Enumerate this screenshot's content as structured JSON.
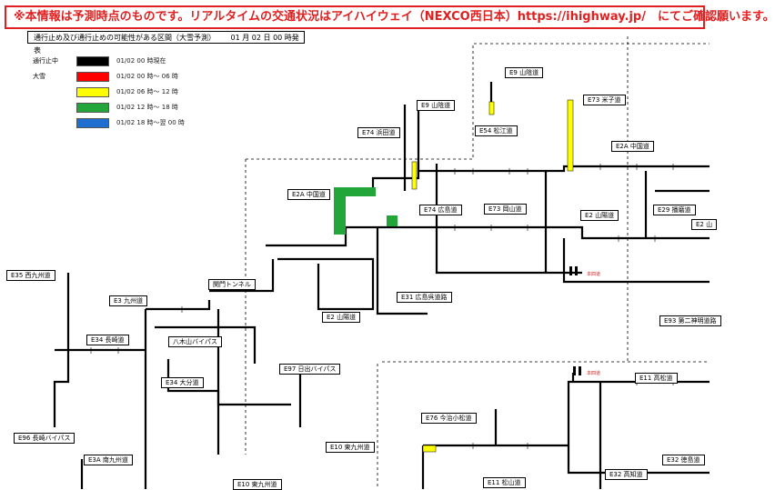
{
  "banner": {
    "text": "※本情報は予測時点のものです。リアルタイムの交通状況はアイハイウェイ（NEXCO西日本）https://ihighway.jp/　にてご確認願います。"
  },
  "header": {
    "title": "通行止め及び通行止めの可能性がある区間（大雪予測）",
    "timestamp": "01 月 02 日 00 時発表"
  },
  "legend": {
    "label_closed": "通行止中",
    "label_snow": "大雪",
    "items": [
      {
        "color": "#000000",
        "text": "01/02 00 時現在"
      },
      {
        "color": "#ff0000",
        "text": "01/02 00 時～ 06 時"
      },
      {
        "color": "#ffff00",
        "text": "01/02 06 時～ 12 時"
      },
      {
        "color": "#22a539",
        "text": "01/02 12 時～ 18 時"
      },
      {
        "color": "#1e6fd0",
        "text": "01/02 18 時～翌 00 時"
      }
    ]
  },
  "routes": {
    "e9_san": "E9 山陰道",
    "e9_san_2": "E9 山陰道",
    "e73": "E73 米子道",
    "e54": "E54 松江道",
    "e74": "E74 浜田道",
    "e2a_1": "E2A 中国道",
    "e2a_2": "E2A 中国道",
    "e74_hiroshima": "E74 広島道",
    "e73_okayama": "E73 岡山道",
    "e2_sanyo": "E2 山陽道",
    "e29": "E29 播磨道",
    "e2_right": "E2 山",
    "e35": "E35 西九州道",
    "e3": "E3 九州道",
    "kanmon": "関門トンネル",
    "e2_sanyo_2": "E2 山陽道",
    "e31": "E31 広島呉道路",
    "e93": "E93 第二神明道路",
    "e34": "E34 長崎道",
    "yatsushiro": "八木山バイパス",
    "e97": "E97 日出バイパス",
    "e34_oita": "E34 大分道",
    "e11": "E11 高松道",
    "e76": "E76 今治小松道",
    "e96": "E96 長崎バイパス",
    "e10": "E10 東九州道",
    "e3a": "E3A 南九州道",
    "e10_2": "E10 東九州道",
    "e32": "E32 徳島道",
    "e32_kochi": "E32 高知道",
    "e11_matsuyama": "E11 松山道"
  },
  "colors": {
    "road": "#000000",
    "closed": "#000000",
    "snow_00_06": "#ff0000",
    "snow_06_12": "#ffff00",
    "snow_12_18": "#22a539",
    "snow_18_24": "#1e6fd0",
    "note_red": "#cc2222"
  },
  "notes": {
    "honshi_1": "本四道",
    "honshi_2": "本四道"
  }
}
